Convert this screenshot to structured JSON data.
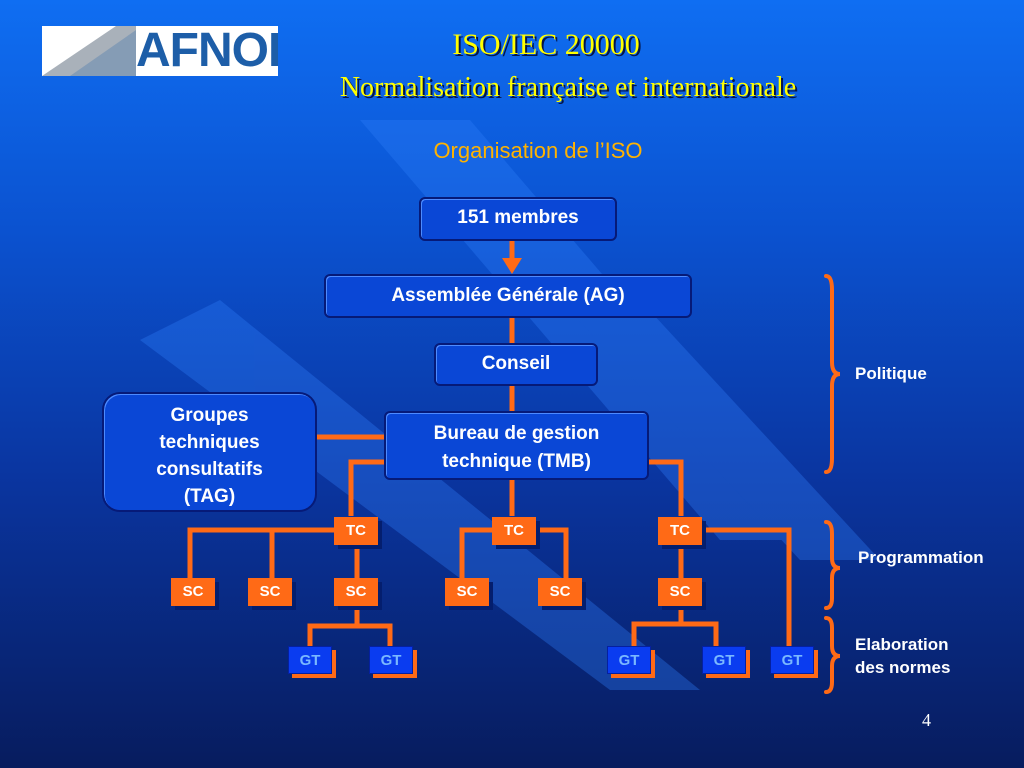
{
  "header": {
    "logo_text": "AFNOR",
    "title": "ISO/IEC 20000",
    "subtitle": "Normalisation française et internationale"
  },
  "slide": {
    "heading": "Organisation de l’ISO",
    "page_number": "4"
  },
  "nodes": {
    "members": "151 membres",
    "assembly": "Assemblée Générale (AG)",
    "council": "Conseil",
    "tmb_line1": "Bureau de gestion",
    "tmb_line2": "technique (TMB)",
    "tag_lines": [
      "Groupes",
      "techniques",
      "consultatifs",
      "(TAG)"
    ]
  },
  "tc_label": "TC",
  "sc_label": "SC",
  "gt_label": "GT",
  "levels": {
    "politique": "Politique",
    "programmation": "Programmation",
    "elaboration_line1": "Elaboration",
    "elaboration_line2": "des normes"
  },
  "colors": {
    "connector": "#ff6a16",
    "title": "#ffff00",
    "heading": "#ffb300",
    "node_fill": "#0a47d6"
  }
}
